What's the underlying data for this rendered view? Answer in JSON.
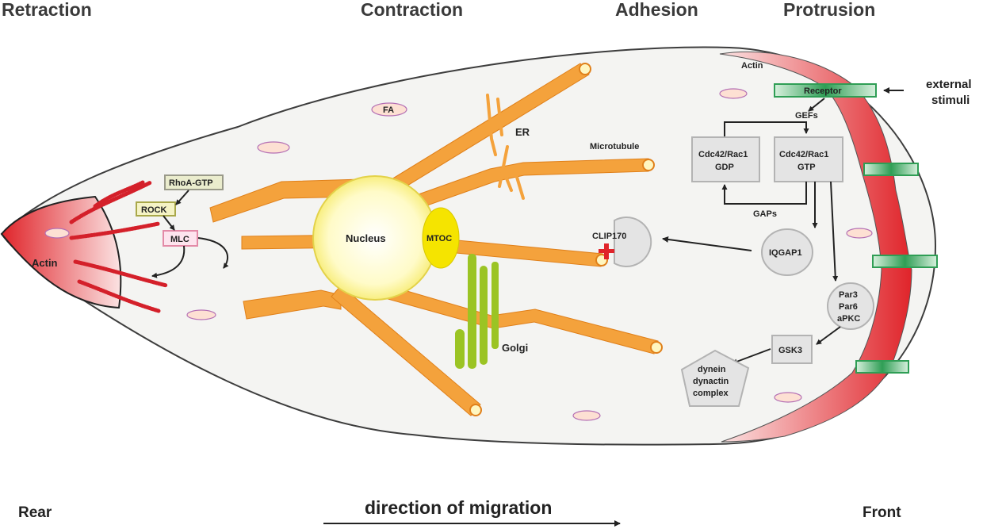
{
  "headers": {
    "retraction": "Retraction",
    "contraction": "Contraction",
    "adhesion": "Adhesion",
    "protrusion": "Protrusion"
  },
  "positions": {
    "rear": "Rear",
    "front": "Front"
  },
  "direction": "direction of migration",
  "labels": {
    "actin_rear": "Actin",
    "actin_front": "Actin",
    "fa": "FA",
    "er": "ER",
    "microtubule": "Microtubule",
    "nucleus": "Nucleus",
    "mtoc": "MTOC",
    "golgi": "Golgi",
    "rhoa_gtp": "RhoA-GTP",
    "rock": "ROCK",
    "mlc": "MLC",
    "receptor": "Receptor",
    "external_stimuli_1": "external",
    "external_stimuli_2": "stimuli",
    "gefs": "GEFs",
    "gaps": "GAPs",
    "cdc42_gdp_1": "Cdc42/Rac1",
    "cdc42_gdp_2": "GDP",
    "cdc42_gtp_1": "Cdc42/Rac1",
    "cdc42_gtp_2": "GTP",
    "iqgap1": "IQGAP1",
    "clip170": "CLIP170",
    "par3": "Par3",
    "par6": "Par6",
    "apkc": "aPKC",
    "gsk3": "GSK3",
    "dynein_1": "dynein",
    "dynein_2": "dynactin",
    "dynein_3": "complex"
  },
  "colors": {
    "actin_red": "#e0242a",
    "microtubule_orange": "#f4a23c",
    "nucleus_yellow": "#fffbc0",
    "mtoc_yellow": "#f5e400",
    "golgi_green": "#9bc424",
    "receptor_green": "#2f9e55",
    "signal_gray": "#e4e4e4"
  }
}
